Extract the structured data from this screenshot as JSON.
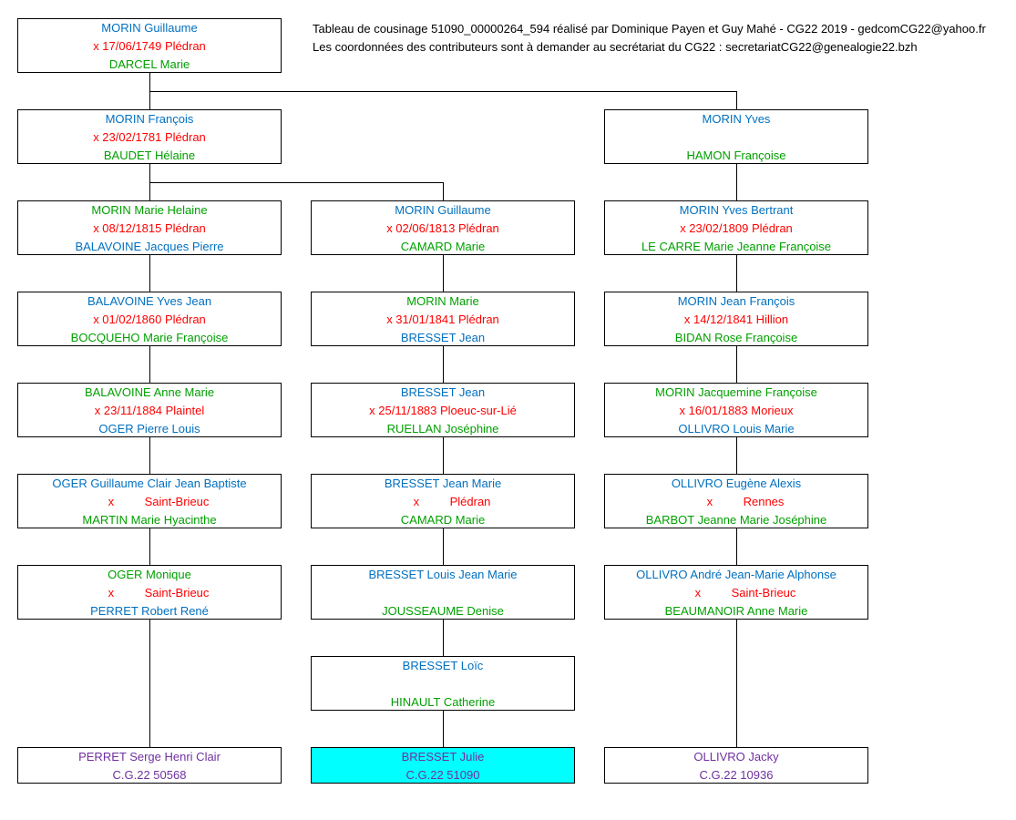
{
  "header": {
    "line1": "Tableau de cousinage 51090_00000264_594 réalisé par Dominique Payen et Guy Mahé - CG22 2019 - gedcomCG22@yahoo.fr",
    "line2": "Les coordonnées des contributeurs sont à demander au secrétariat du CG22 :  secretariatCG22@genealogie22.bzh"
  },
  "gen1": {
    "husband": "MORIN Guillaume",
    "marriage": "x 17/06/1749 Plédran",
    "wife": "DARCEL Marie"
  },
  "gen2": [
    {
      "husband": "MORIN François",
      "marriage": "x 23/02/1781 Plédran",
      "wife": "BAUDET Hélaine"
    },
    {
      "husband": "MORIN Yves",
      "marriage": "",
      "wife": "HAMON Françoise"
    }
  ],
  "gen3": [
    {
      "husband": "MORIN Marie Helaine",
      "marriage": "x 08/12/1815 Plédran",
      "wife": "BALAVOINE Jacques Pierre"
    },
    {
      "husband": "MORIN Guillaume",
      "marriage": "x 02/06/1813 Plédran",
      "wife": "CAMARD Marie"
    },
    {
      "husband": "MORIN Yves Bertrant",
      "marriage": "x 23/02/1809 Plédran",
      "wife": "LE CARRE Marie Jeanne Françoise"
    }
  ],
  "gen4": [
    {
      "husband": "BALAVOINE Yves Jean",
      "marriage": "x 01/02/1860 Plédran",
      "wife": "BOCQUEHO Marie Françoise"
    },
    {
      "husband": "MORIN Marie",
      "marriage": "x 31/01/1841 Plédran",
      "wife": "BRESSET Jean"
    },
    {
      "husband": "MORIN Jean François",
      "marriage": "x 14/12/1841 Hillion",
      "wife": "BIDAN Rose Françoise"
    }
  ],
  "gen5": [
    {
      "husband": "BALAVOINE Anne Marie",
      "marriage": "x 23/11/1884 Plaintel",
      "wife": "OGER Pierre Louis"
    },
    {
      "husband": "BRESSET Jean",
      "marriage": "x 25/11/1883 Ploeuc-sur-Lié",
      "wife": "RUELLAN Joséphine"
    },
    {
      "husband": "MORIN Jacquemine Françoise",
      "marriage": "x 16/01/1883 Morieux",
      "wife": "OLLIVRO Louis Marie"
    }
  ],
  "gen6": [
    {
      "husband": "OGER Guillaume Clair Jean Baptiste",
      "marriage_x": "x",
      "marriage_place": "Saint-Brieuc",
      "wife": "MARTIN Marie Hyacinthe"
    },
    {
      "husband": "BRESSET Jean Marie",
      "marriage_x": "x",
      "marriage_place": "Plédran",
      "wife": "CAMARD Marie"
    },
    {
      "husband": "OLLIVRO Eugène Alexis",
      "marriage_x": "x",
      "marriage_place": "Rennes",
      "wife": "BARBOT Jeanne Marie Joséphine"
    }
  ],
  "gen7": [
    {
      "husband": "OGER Monique",
      "marriage_x": "x",
      "marriage_place": "Saint-Brieuc",
      "wife": "PERRET Robert René"
    },
    {
      "husband": "BRESSET Louis Jean Marie",
      "marriage": "",
      "wife": "JOUSSEAUME Denise"
    },
    {
      "husband": "OLLIVRO André Jean-Marie Alphonse",
      "marriage_x": "x",
      "marriage_place": "Saint-Brieuc",
      "wife": "BEAUMANOIR Anne Marie"
    }
  ],
  "gen8": {
    "husband": "BRESSET Loïc",
    "marriage": "",
    "wife": "HINAULT Catherine"
  },
  "final": [
    {
      "name": "PERRET Serge Henri Clair",
      "code": "C.G.22 50568"
    },
    {
      "name": "BRESSET Julie",
      "code": "C.G.22 51090"
    },
    {
      "name": "OLLIVRO Jacky",
      "code": "C.G.22 10936"
    }
  ],
  "colors": {
    "husband": "#0070c0",
    "marriage": "#ff0000",
    "wife": "#00a000",
    "final": "#7030a0",
    "highlight": "#00ffff"
  }
}
